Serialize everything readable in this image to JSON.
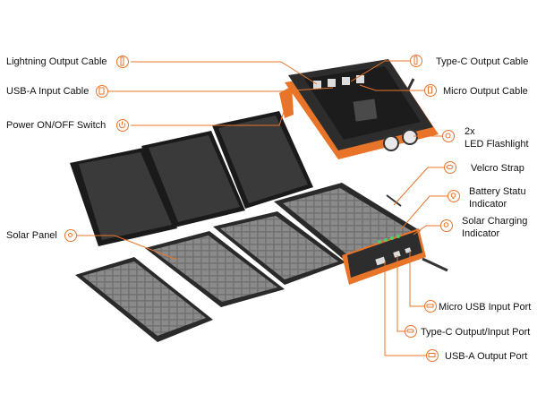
{
  "accent": "#e8742a",
  "labels": {
    "lightning": "Lightning Output Cable",
    "usb_a_input": "USB-A Input Cable",
    "power_switch": "Power ON/OFF Switch",
    "solar_panel": "Solar Panel",
    "type_c_output": "Type-C Output Cable",
    "micro_output": "Micro Output Cable",
    "led_line1": "2x",
    "led_line2": "LED Flashlight",
    "velcro": "Velcro Strap",
    "battery_line1": "Battery Statu",
    "battery_line2": "Indicator",
    "solar_charge_line1": "Solar Charging",
    "solar_charge_line2": "Indicator",
    "micro_usb_input": "Micro USB Input Port",
    "type_c_io": "Type-C Output/Input Port",
    "usb_a_output": "USB-A Output Port"
  },
  "icons": {
    "lightning": "lightning-cable-icon",
    "usb_a_input": "usb-a-cable-icon",
    "power_switch": "power-icon",
    "solar_panel": "sun-icon",
    "type_c_output": "type-c-cable-icon",
    "micro_output": "micro-cable-icon",
    "led": "flashlight-icon",
    "velcro": "strap-icon",
    "battery": "battery-indicator-icon",
    "solar_charge": "solar-charge-icon",
    "micro_usb_input": "micro-usb-port-icon",
    "type_c_io": "type-c-port-icon",
    "usb_a_output": "usb-a-port-icon"
  }
}
